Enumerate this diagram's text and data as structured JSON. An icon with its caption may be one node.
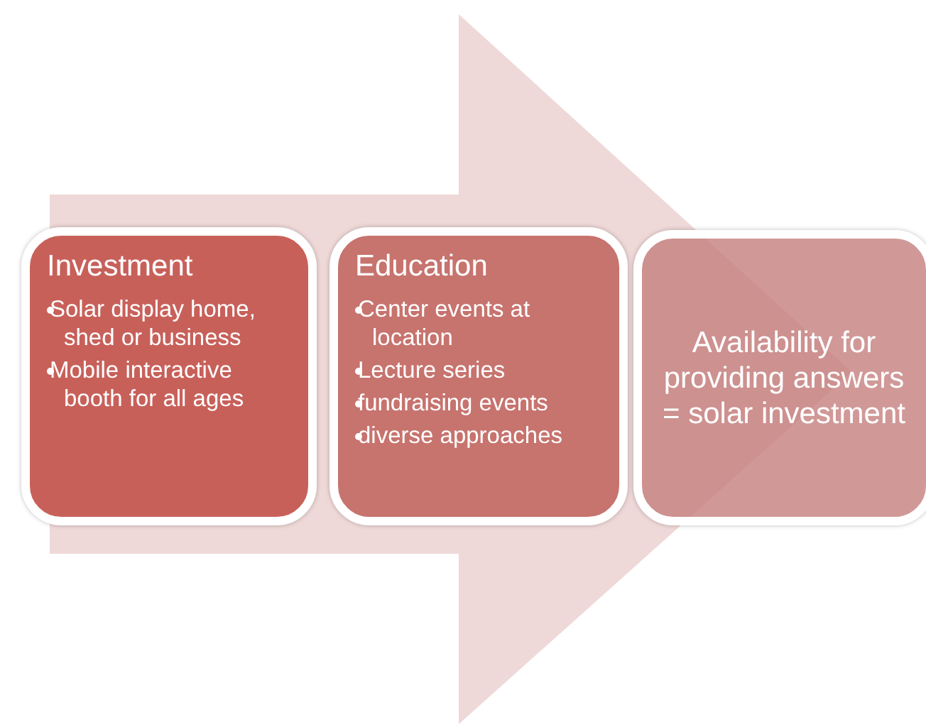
{
  "diagram": {
    "nodes": [
      {
        "text": [
          "Investment",
          "Solar display home, shed or business",
          "Mobile interactive booth for all ages"
        ]
      },
      {
        "text": [
          "Education",
          "Center events at location",
          "Lecture series",
          "fundraising events",
          "diverse approaches"
        ]
      },
      {
        "text": [
          "Availability for providing answers = solar investment"
        ]
      }
    ],
    "edges": [
      {
        "from": 0,
        "to": 2,
        "arrow": "to"
      }
    ]
  }
}
